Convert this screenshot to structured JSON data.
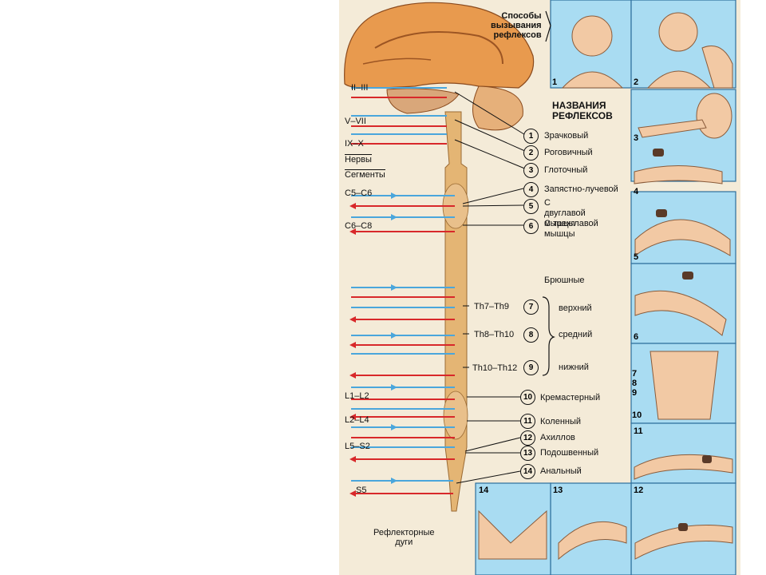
{
  "header": {
    "methods_title": [
      "Способы",
      "вызывания",
      "рефлексов"
    ],
    "names_title": [
      "НАЗВАНИЯ",
      "РЕФЛЕКСОВ"
    ]
  },
  "nerves_label": "Нервы",
  "segments_label": "Сегменты",
  "reflex_arcs_label": [
    "Рефлекторные",
    "дуги"
  ],
  "abdominal_label": "Брюшные",
  "nerve_labels": [
    "II–III",
    "V–VII",
    "IX–X"
  ],
  "segment_labels": [
    "C5–C6",
    "C6–C8",
    "L1–L2",
    "L2–L4",
    "L5–S2",
    "S5"
  ],
  "abdominal_segments": [
    "Th7–Th9",
    "Th8–Th10",
    "Th10–Th12"
  ],
  "reflexes": [
    {
      "n": "1",
      "name": "Зрачковый"
    },
    {
      "n": "2",
      "name": "Роговичный"
    },
    {
      "n": "3",
      "name": "Глоточный"
    },
    {
      "n": "4",
      "name": "Запястно-лучевой"
    },
    {
      "n": "5",
      "name": "С двуглавой мышцы"
    },
    {
      "n": "6",
      "name": "С трехглавой мышцы"
    },
    {
      "n": "7",
      "name": "верхний"
    },
    {
      "n": "8",
      "name": "средний"
    },
    {
      "n": "9",
      "name": "нижний"
    },
    {
      "n": "10",
      "name": "Кремастерный"
    },
    {
      "n": "11",
      "name": "Коленный"
    },
    {
      "n": "12",
      "name": "Ахиллов"
    },
    {
      "n": "13",
      "name": "Подошвенный"
    },
    {
      "n": "14",
      "name": "Анальный"
    }
  ],
  "panel_numbers": [
    "1",
    "2",
    "3",
    "4",
    "5",
    "6",
    "7",
    "8",
    "9",
    "10",
    "11",
    "12",
    "13",
    "14"
  ],
  "colors": {
    "afferent": "#4aa6dc",
    "efferent": "#d8282a",
    "brain": "#e79a4c",
    "cord": "#e0b170",
    "panel": "#a9dcf2"
  }
}
